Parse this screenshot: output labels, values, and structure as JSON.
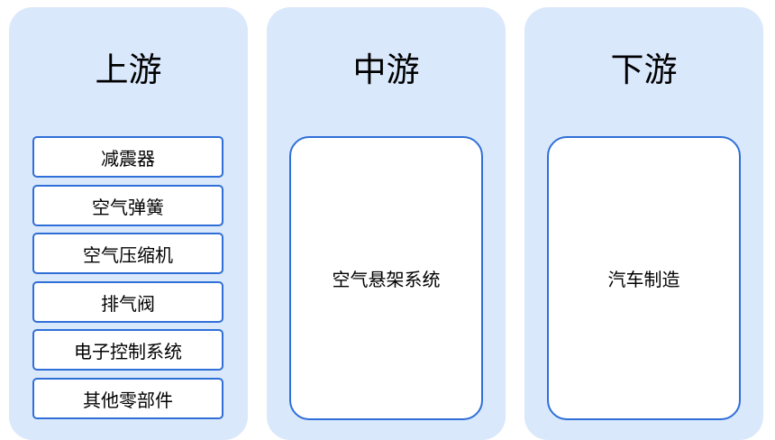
{
  "columns": {
    "upstream": {
      "title": "上游",
      "items": [
        "减震器",
        "空气弹簧",
        "空气压缩机",
        "排气阀",
        "电子控制系统",
        "其他零部件"
      ]
    },
    "midstream": {
      "title": "中游",
      "box": "空气悬架系统"
    },
    "downstream": {
      "title": "下游",
      "box": "汽车制造"
    }
  },
  "colors": {
    "panel_background": "#dae8fb",
    "box_border": "#2f6fd8",
    "box_fill": "#ffffff"
  }
}
